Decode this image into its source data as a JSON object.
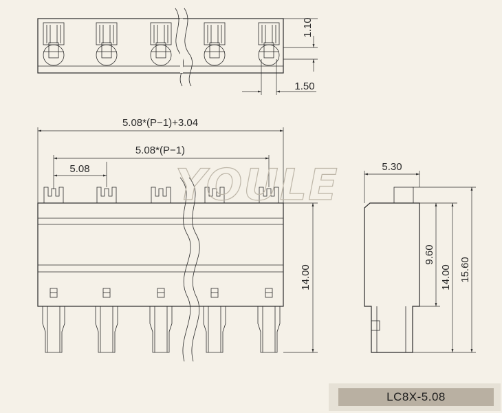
{
  "watermark": "YOULE",
  "part_number": "LC8X-5.08",
  "dimensions": {
    "top_height": "1.10",
    "top_width": "1.50",
    "overall_width": "5.08*(P−1)+3.04",
    "pitch_span": "5.08*(P−1)",
    "pitch": "5.08",
    "front_height": "14.00",
    "side_width": "5.30",
    "side_h1": "9.60",
    "side_h2": "14.00",
    "side_h3": "15.60"
  }
}
